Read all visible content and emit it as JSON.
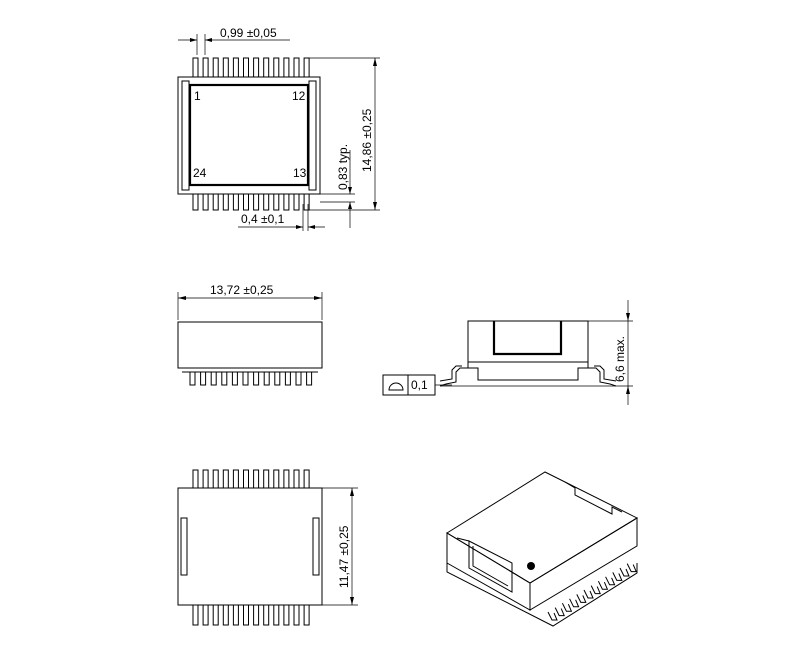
{
  "top_view": {
    "pitch_dim": "0,99 ±0,05",
    "pin_1": "1",
    "pin_12": "12",
    "pin_24": "24",
    "pin_13": "13",
    "height_dim": "14,86 ±0,25",
    "standoff_dim": "0,83 typ.",
    "lead_width_dim": "0,4 ±0,1"
  },
  "side_view": {
    "width_dim": "13,72 ±0,25"
  },
  "end_view": {
    "height_dim": "6,6 max.",
    "flatness_value": "0,1"
  },
  "bottom_view": {
    "body_dim": "11,47 ±0,25"
  }
}
